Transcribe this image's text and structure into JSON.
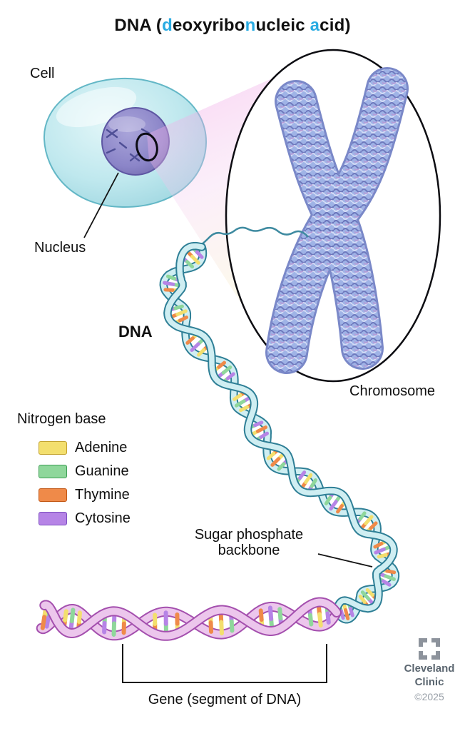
{
  "title": {
    "p1": "DNA (",
    "h1": "d",
    "p2": "eoxyribo",
    "h2": "n",
    "p3": "ucleic ",
    "h3": "a",
    "p4": "cid)"
  },
  "labels": {
    "cell": "Cell",
    "nucleus": "Nucleus",
    "dna": "DNA",
    "chromosome": "Chromosome",
    "sugar1": "Sugar phosphate",
    "sugar2": "backbone",
    "gene": "Gene (segment of DNA)"
  },
  "legend": {
    "title": "Nitrogen base",
    "items": [
      {
        "label": "Adenine",
        "color": "#f3df6e",
        "border": "#c2a22e"
      },
      {
        "label": "Guanine",
        "color": "#8fd79b",
        "border": "#3f9e55"
      },
      {
        "label": "Thymine",
        "color": "#ef8a49",
        "border": "#c25715"
      },
      {
        "label": "Cytosine",
        "color": "#b684e6",
        "border": "#7d4fc0"
      }
    ]
  },
  "colors": {
    "highlight": "#29abe2",
    "helix_teal_fill": "#cfeef2",
    "helix_teal_edge": "#2e7f96",
    "helix_pink_fill": "#ecc6ec",
    "helix_pink_edge": "#a44fae"
  },
  "footer": {
    "brand_line1": "Cleveland",
    "brand_line2": "Clinic",
    "copyright": "©2025"
  }
}
